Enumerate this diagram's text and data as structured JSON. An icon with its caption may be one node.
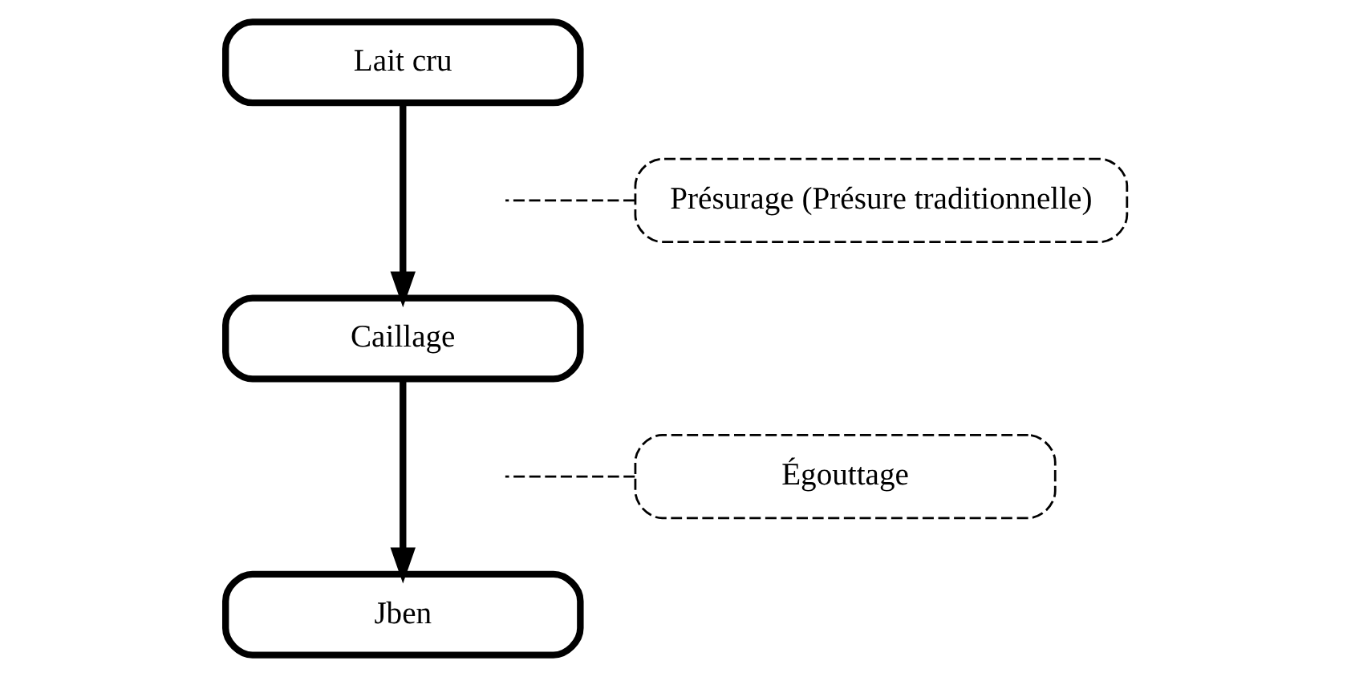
{
  "diagram": {
    "nodes": [
      {
        "text": [
          "Lait cru"
        ]
      },
      {
        "text": [
          "Caillage"
        ]
      },
      {
        "text": [
          "Jben"
        ]
      },
      {
        "text": [
          "Présurage (Présure traditionnelle)"
        ]
      },
      {
        "text": [
          "Égouttage"
        ]
      }
    ],
    "edges": [
      {
        "from": 0,
        "to": 1,
        "arrow": "to",
        "style": "thick"
      },
      {
        "from": 1,
        "to": 2,
        "arrow": "to",
        "style": "thick"
      },
      {
        "from": 3,
        "to": null,
        "arrow": "none",
        "style": "dashed"
      },
      {
        "from": 4,
        "to": null,
        "arrow": "none",
        "style": "dashed"
      }
    ]
  }
}
